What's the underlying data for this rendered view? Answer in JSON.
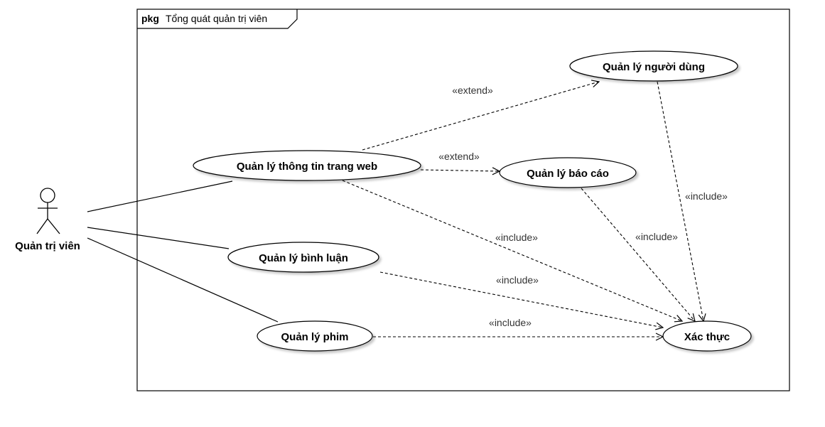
{
  "package": {
    "keyword": "pkg",
    "name": "Tổng quát quản trị viên"
  },
  "actor": {
    "name": "Quản trị viên"
  },
  "use_cases": {
    "web_info": "Quản lý thông tin trang web",
    "users": "Quản lý người dùng",
    "reports": "Quản lý báo cáo",
    "comments": "Quản lý bình luận",
    "movies": "Quản lý phim",
    "auth": "Xác thực"
  },
  "relations": {
    "extend_users": "«extend»",
    "extend_reports": "«extend»",
    "include_web_info": "«include»",
    "include_users": "«include»",
    "include_reports": "«include»",
    "include_comments": "«include»",
    "include_movies": "«include»"
  }
}
